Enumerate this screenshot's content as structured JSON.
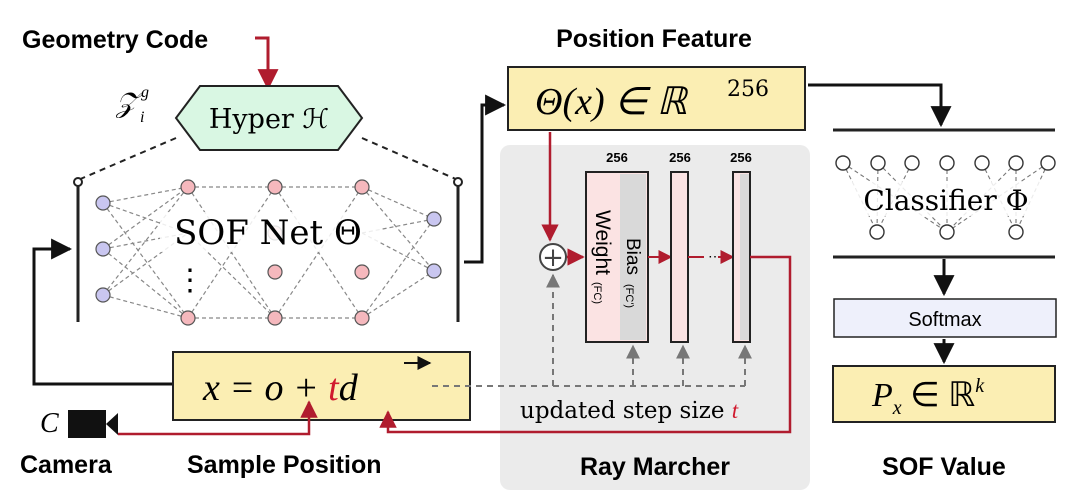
{
  "labels": {
    "geometry_code": "Geometry Code",
    "latent": "𝒵",
    "latent_sub": "i",
    "latent_sup": "g",
    "hyper": "Hyper ℋ",
    "sof_net": "SOF Net Θ",
    "sof_dots": "⋮",
    "position_feature": "Position Feature",
    "theta_x": "Θ(x) ∈ ℝ",
    "theta_sup": "256",
    "layer_dims": [
      "256",
      "256",
      "256"
    ],
    "weight": "Weight",
    "weight_fc": "(FC)",
    "bias": "Bias",
    "bias_fc": "(FC')",
    "layer_dots": "⋯",
    "plus": "+",
    "ray_marcher": "Ray Marcher",
    "updated_step": "updated step size",
    "t_symbol": "t",
    "sample_eq_left": "x = o + ",
    "sample_eq_t": "t",
    "sample_eq_d": "d",
    "camera_c": "C",
    "camera": "Camera",
    "sample_position": "Sample Position",
    "classifier": "Classifier Φ",
    "softmax": "Softmax",
    "px": "P",
    "px_sub": "x",
    "px_rest": " ∈ ℝ",
    "px_sup": "k",
    "sof_value": "SOF Value"
  },
  "colors": {
    "yellow_fill": "#fbeeb3",
    "hex_fill": "#d9f7e3",
    "node_blue": "#c9c6f0",
    "node_pink": "#f5b8bd",
    "panel_gray": "#ebebeb",
    "red_arrow": "#b01c2e",
    "softmax_fill": "#eef0fb",
    "weight_fill": "#fbe3e3"
  }
}
